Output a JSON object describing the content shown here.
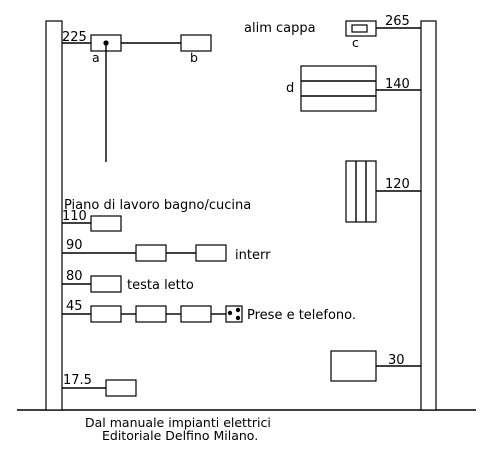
{
  "heights": {
    "h225": "225",
    "h110": "110",
    "h90": "90",
    "h80": "80",
    "h45": "45",
    "h17_5": "17.5",
    "h265": "265",
    "h140": "140",
    "h120": "120",
    "h30": "30"
  },
  "labels": {
    "a": "a",
    "b": "b",
    "c": "c",
    "d": "d",
    "alim_cappa": "alim cappa",
    "piano_lavoro": "Piano di lavoro bagno/cucina",
    "interr": "interr",
    "testa_letto": "testa letto",
    "prese_telefono": "Prese e telefono."
  },
  "caption": {
    "line1": "Dal manuale impianti elettrici",
    "line2": "Editoriale Delfino Milano."
  }
}
